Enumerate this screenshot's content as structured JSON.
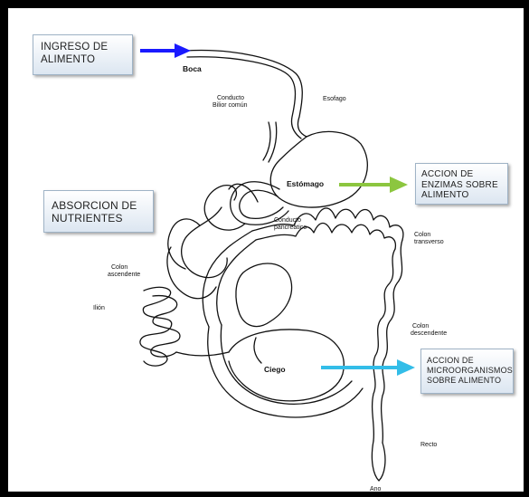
{
  "callouts": {
    "ingreso": "INGRESO DE ALIMENTO",
    "absorcion": "ABSORCION DE NUTRIENTES",
    "enzimas": "ACCION DE ENZIMAS SOBRE ALIMENTO",
    "microorganismos": "ACCION DE MICROORGANISMOS SOBRE ALIMENTO"
  },
  "labels": {
    "boca": "Boca",
    "esofago": "Esofago",
    "conducto_bilior_1": "Conducto",
    "conducto_bilior_2": "Bilior común",
    "estomago": "Estómago",
    "conducto_pancreatico_1": "Conducto",
    "conducto_pancreatico_2": "pancreático",
    "colon_transverso_1": "Colon",
    "colon_transverso_2": "transverso",
    "colon_ascendente_1": "Colon",
    "colon_ascendente_2": "ascendente",
    "ileon": "Ilión",
    "colon_descendente_1": "Colon",
    "colon_descendente_2": "descendente",
    "ciego": "Ciego",
    "recto": "Recto",
    "ano": "Ano"
  },
  "colors": {
    "arrow_ingreso": "#1a1aff",
    "arrow_enzimas": "#8cc63f",
    "arrow_microorganismos": "#33bde8"
  }
}
